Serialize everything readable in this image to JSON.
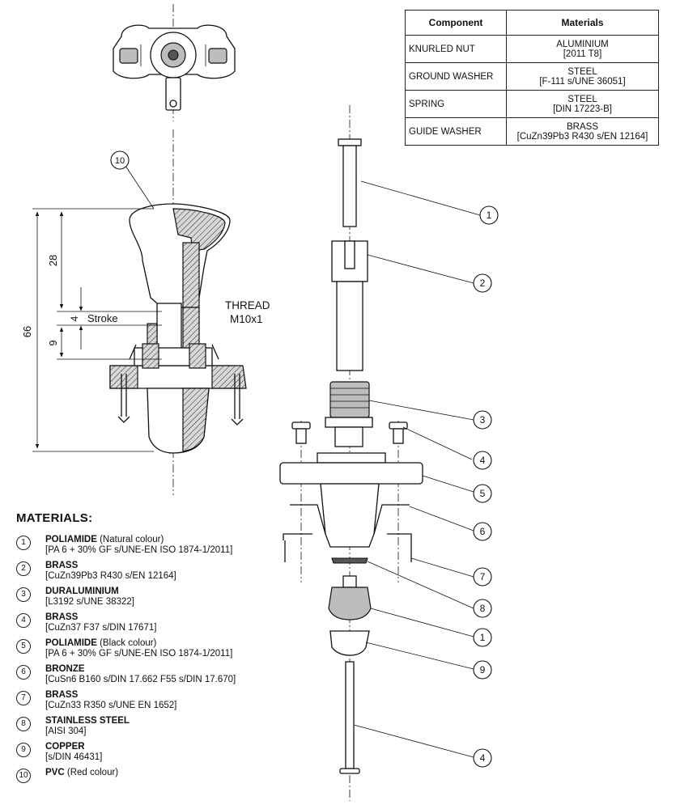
{
  "table": {
    "headers": [
      "Component",
      "Materials"
    ],
    "rows": [
      {
        "component": "KNURLED NUT",
        "material": "ALUMINIUM",
        "spec": "[2011 T8]"
      },
      {
        "component": "GROUND WASHER",
        "material": "STEEL",
        "spec": "[F-111 s/UNE 36051]"
      },
      {
        "component": "SPRING",
        "material": "STEEL",
        "spec": "[DIN 17223-B]"
      },
      {
        "component": "GUIDE WASHER",
        "material": "BRASS",
        "spec": "[CuZn39Pb3 R430 s/EN 12164]"
      }
    ]
  },
  "dimensions": {
    "overall": "66",
    "top": "28",
    "stroke_value": "4",
    "stroke_label": "Stroke",
    "lower": "9",
    "thread_line1": "THREAD",
    "thread_line2": "M10x1",
    "part_tag": "10"
  },
  "callouts": [
    "1",
    "2",
    "3",
    "4",
    "5",
    "6",
    "7",
    "8",
    "1",
    "9",
    "4"
  ],
  "materials": {
    "title": "MATERIALS:",
    "items": [
      {
        "num": "1",
        "name": "POLIAMIDE",
        "note": "(Natural colour)",
        "spec": "[PA 6 + 30% GF s/UNE-EN ISO 1874-1/2011]"
      },
      {
        "num": "2",
        "name": "BRASS",
        "note": "",
        "spec": "[CuZn39Pb3 R430 s/EN 12164]"
      },
      {
        "num": "3",
        "name": "DURALUMINIUM",
        "note": "",
        "spec": "[L3192 s/UNE 38322]"
      },
      {
        "num": "4",
        "name": "BRASS",
        "note": "",
        "spec": "[CuZn37 F37 s/DIN 17671]"
      },
      {
        "num": "5",
        "name": "POLIAMIDE",
        "note": "(Black colour)",
        "spec": "[PA 6 + 30% GF s/UNE-EN ISO 1874-1/2011]"
      },
      {
        "num": "6",
        "name": "BRONZE",
        "note": "",
        "spec": "[CuSn6 B160 s/DIN 17.662 F55 s/DIN 17.670]"
      },
      {
        "num": "7",
        "name": "BRASS",
        "note": "",
        "spec": "[CuZn33 R350 s/UNE EN 1652]"
      },
      {
        "num": "8",
        "name": "STAINLESS STEEL",
        "note": "",
        "spec": "[AISI 304]"
      },
      {
        "num": "9",
        "name": "COPPER",
        "note": "",
        "spec": "[s/DIN 46431]"
      },
      {
        "num": "10",
        "name": "PVC",
        "note": "(Red colour)",
        "spec": ""
      }
    ]
  }
}
